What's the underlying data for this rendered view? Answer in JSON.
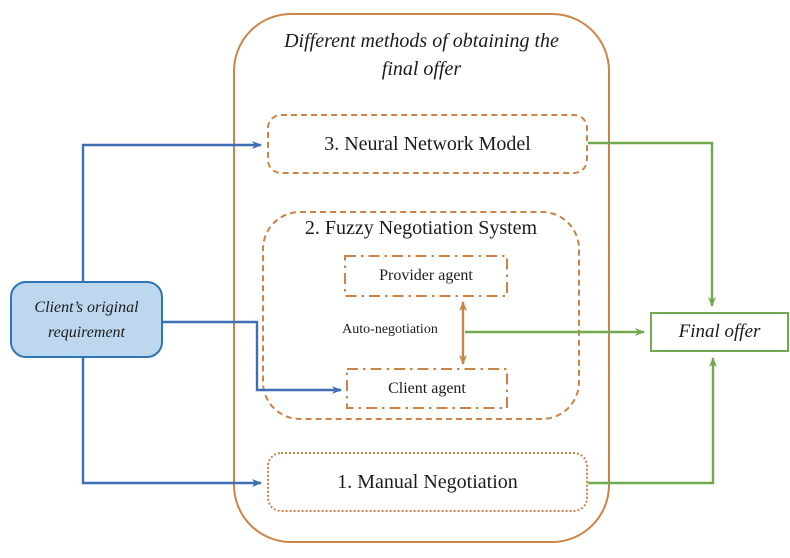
{
  "container": {
    "title_line1": "Different methods of obtaining the",
    "title_line2": "final offer"
  },
  "methods": {
    "neural_label": "3. Neural Network Model",
    "fuzzy_label": "2. Fuzzy Negotiation System",
    "provider_agent_label": "Provider agent",
    "auto_negotiation_label": "Auto-negotiation",
    "client_agent_label": "Client agent",
    "manual_label": "1. Manual Negotiation"
  },
  "client_requirement": {
    "line1": "Client’s original",
    "line2": "requirement"
  },
  "final_offer_label": "Final offer",
  "colors": {
    "orange": "#CB8347",
    "blue": "#3E6FB4",
    "blue_box_border": "#2E75B6",
    "blue_box_fill": "#BDD7EE",
    "green": "#70A94E",
    "text": "#1C1C1C"
  }
}
